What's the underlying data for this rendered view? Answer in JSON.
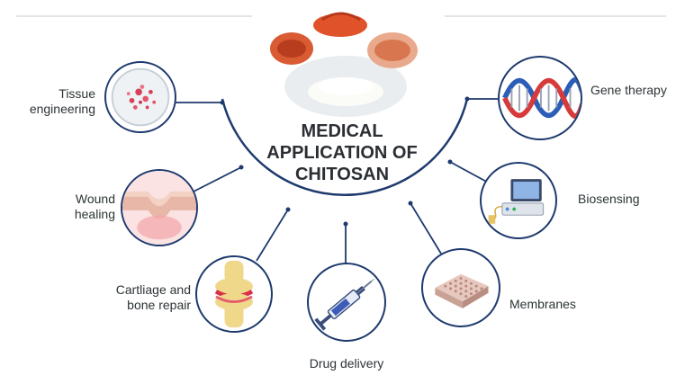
{
  "title": {
    "line1": "MEDICAL",
    "line2": "APPLICATION OF",
    "line3": "CHITOSAN"
  },
  "applications": {
    "tissue": {
      "line1": "Tissue",
      "line2": "engineering",
      "icon": "petri-dish-icon"
    },
    "wound": {
      "line1": "Wound",
      "line2": "healing",
      "icon": "skin-wound-icon"
    },
    "cartilage": {
      "line1": "Cartliage and",
      "line2": "bone repair",
      "icon": "knee-joint-icon"
    },
    "drug": {
      "label": "Drug delivery",
      "icon": "syringe-icon"
    },
    "membranes": {
      "label": "Membranes",
      "icon": "membrane-icon"
    },
    "biosensing": {
      "label": "Biosensing",
      "icon": "biosensor-device-icon"
    },
    "gene": {
      "label": "Gene therapy",
      "icon": "dna-icon"
    }
  },
  "colors": {
    "line": "#1e3a6e",
    "node_border": "#1e3a6e",
    "text": "#2d3436"
  }
}
